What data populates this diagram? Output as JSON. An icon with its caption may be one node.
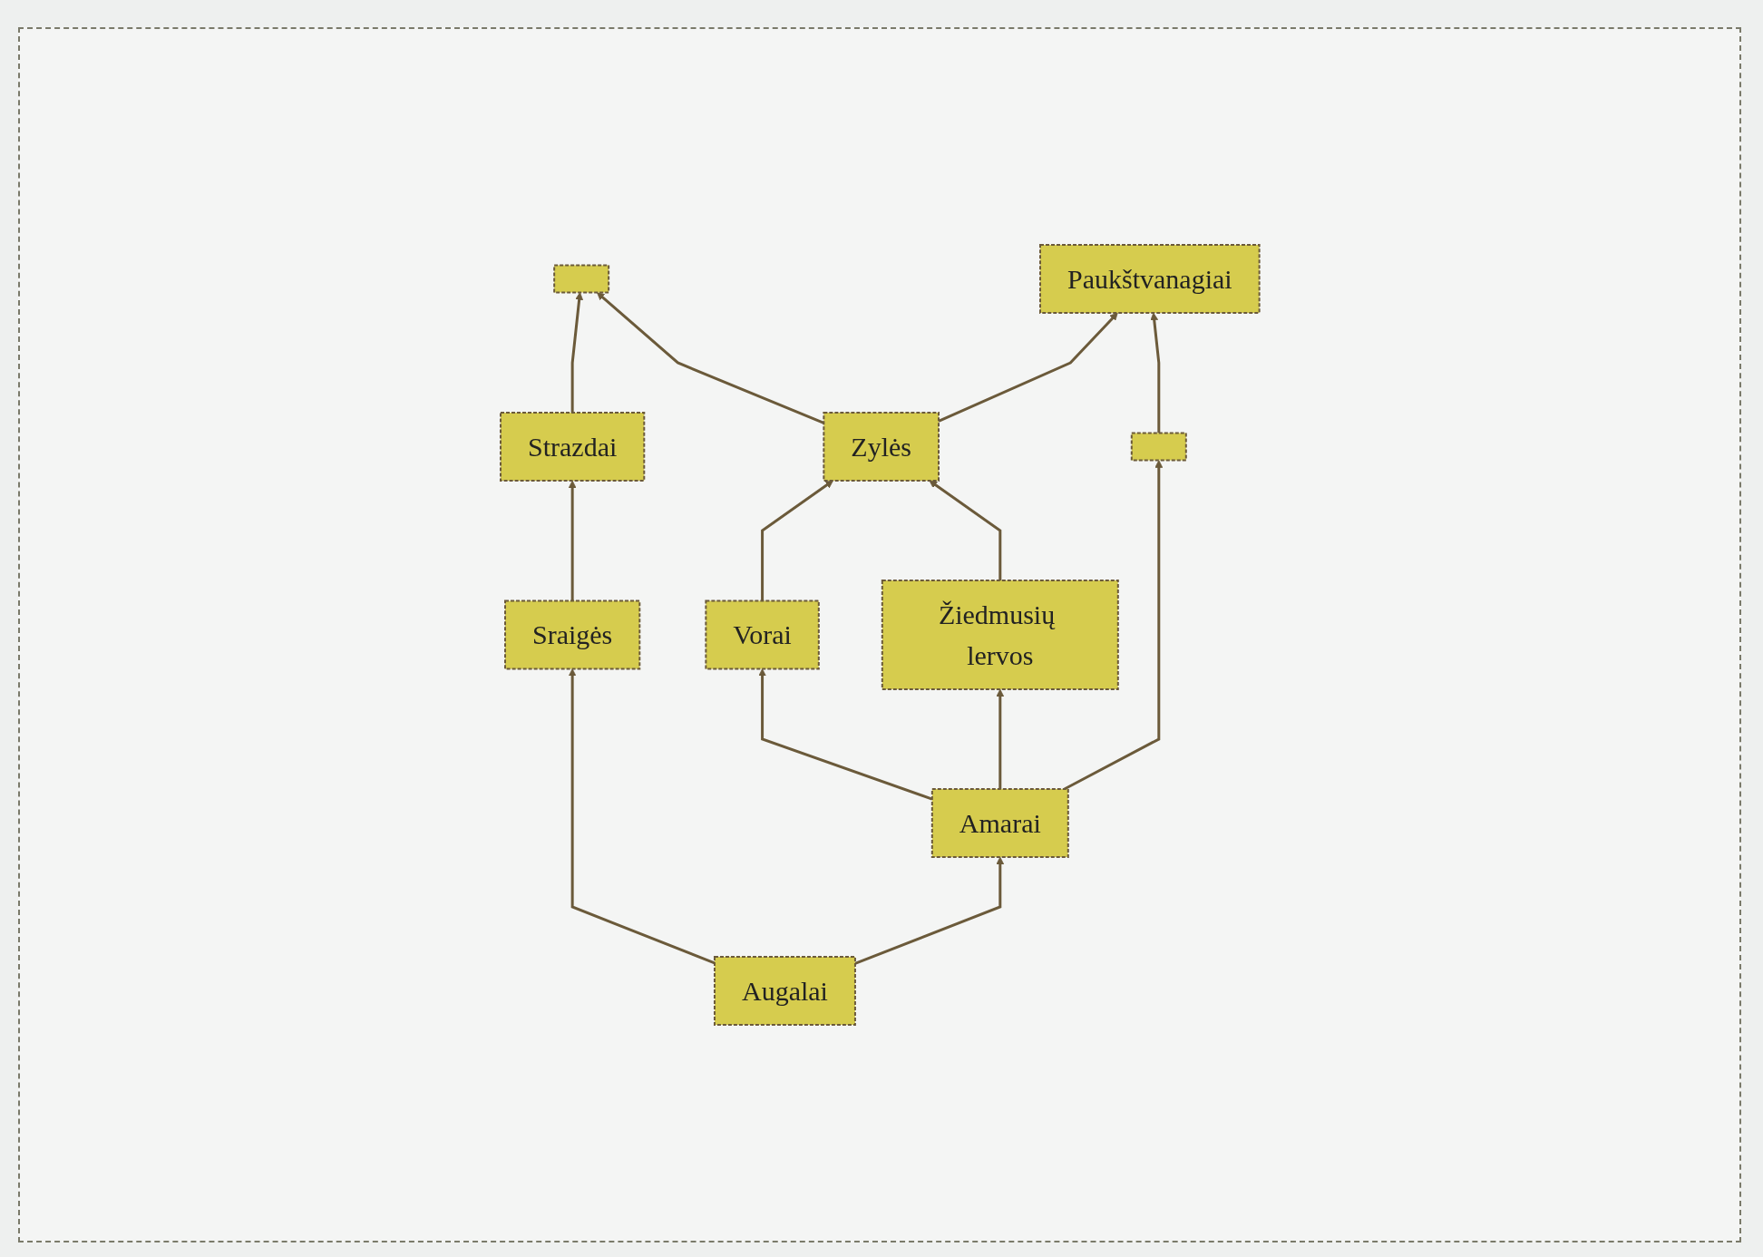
{
  "diagram": {
    "nodes": [
      {
        "text": [
          "Zylės"
        ]
      },
      {
        "text": [],
        "shape": "box"
      },
      {
        "text": [
          "Paukštvanagiai"
        ]
      },
      {
        "text": [
          "Strazdai"
        ]
      },
      {
        "text": [
          "Žiedmusių lervos"
        ]
      },
      {
        "text": [
          "Vorai"
        ]
      },
      {
        "text": [],
        "shape": "box"
      },
      {
        "text": [
          "Sraigės"
        ]
      },
      {
        "text": [
          "Amarai"
        ]
      },
      {
        "text": [
          "Augalai"
        ]
      }
    ],
    "edges": [
      {
        "from": 0,
        "to": 1,
        "arrow": "to"
      },
      {
        "from": 0,
        "to": 2,
        "arrow": "to"
      },
      {
        "from": 3,
        "to": 1,
        "arrow": "to"
      },
      {
        "from": 5,
        "to": 0,
        "arrow": "to"
      },
      {
        "from": 4,
        "to": 0,
        "arrow": "to"
      },
      {
        "from": 6,
        "to": 2,
        "arrow": "to"
      },
      {
        "from": 7,
        "to": 3,
        "arrow": "to"
      },
      {
        "from": 8,
        "to": 5,
        "arrow": "to"
      },
      {
        "from": 8,
        "to": 4,
        "arrow": "to"
      },
      {
        "from": 8,
        "to": 6,
        "arrow": "to"
      },
      {
        "from": 9,
        "to": 7,
        "arrow": "to"
      },
      {
        "from": 9,
        "to": 8,
        "arrow": "to"
      }
    ]
  }
}
